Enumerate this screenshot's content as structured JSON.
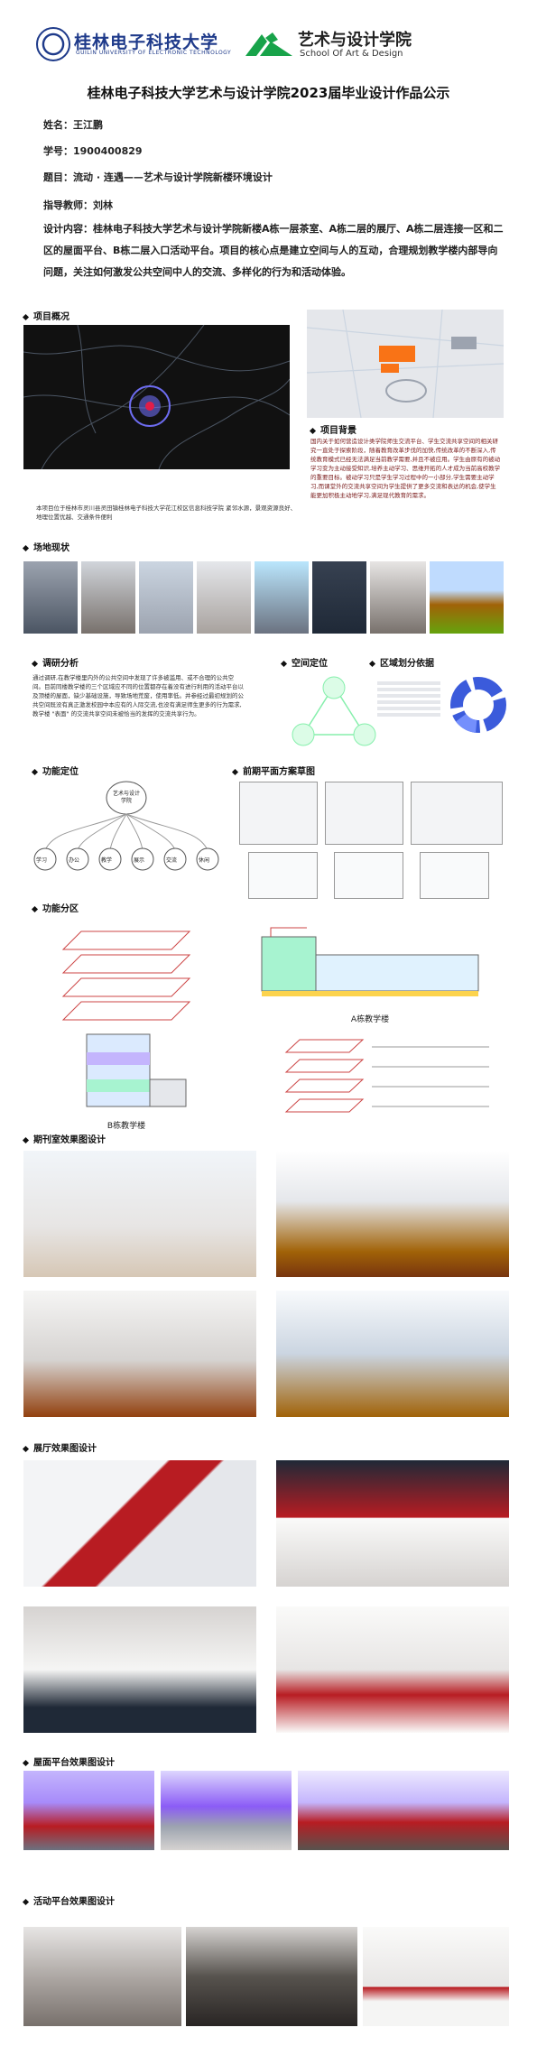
{
  "header": {
    "school_cn": "桂林电子科技大学",
    "school_en": "GUILIN UNIVERSITY OF ELECTRONIC TECHNOLOGY",
    "college_cn": "艺术与设计学院",
    "college_en": "School Of Art & Design"
  },
  "title": "桂林电子科技大学艺术与设计学院2023届毕业设计作品公示",
  "info": {
    "name": "姓名：王江鹏",
    "student_id": "学号：1900400829",
    "topic": "题目：流动 · 连遇——艺术与设计学院新楼环境设计",
    "advisor": "指导教师：刘林",
    "content": "设计内容：桂林电子科技大学艺术与设计学院新楼A栋一层茶室、A栋二层的展厅、A栋二层连接一区和二区的屋面平台、B栋二层入口活动平台。项目的核心点是建立空间与人的互动，合理规划教学楼内部导向问题，关注如何激发公共空间中人的交流、多样化的行为和活动体验。"
  },
  "sections": {
    "overview": "项目概况",
    "background": "项目背景",
    "site": "场地现状",
    "research": "调研分析",
    "space_position": "空间定位",
    "zoning_basis": "区域划分依据",
    "function_position": "功能定位",
    "preliminary_plan": "前期平面方案草图",
    "function_zoning": "功能分区",
    "tearoom": "期刊室效果图设计",
    "exhibition": "展厅效果图设计",
    "roof": "屋面平台效果图设计",
    "activity": "活动平台效果图设计"
  },
  "texts": {
    "overview_caption": "本项目位于桂林市灵川县灵田镇桂林电子科技大学花江校区信息科技学院 紧邻水源，景观资源良好、地理位置优越、交通条件便利",
    "background_body": "国内关于如何营造设计类学院师生交流平台、学生交流共享空间的相关研究一直处于探索阶段，随着教育改革步伐的加快,传统改革的不断深入,传统教育模式已经无法满足当前教学需要,并且不被应用。学生由原有的被动学习变为主动接受知识,培养主动学习、思维开拓的人才成为当前高校教学的重要目标。被动学习只是学生学习过程中的一小部分,学生需要主动学习,而课堂外的交流共享空间为学生提供了更多交流和表达的机会,使学生能更加积极主动地学习,满足现代教育的需求。",
    "research_body": "通过调研,在教学楼里内外的公共空间中发现了许多被滥用、或不合理的公共空间。目前同楼教学楼的三个区域应不同的位置都存在着没有进行利用的活动平台以及顶楼的屋面，缺少基础设施，导致场地荒废，使用率低。并参经过最初规划的公共空间既没有真正激发校园中本应有的人际交流,也没有满足师生更多的行为需求,教学楼 \"表面\" 的交流共享空间未被恰当的发挥的交流共享行为。",
    "a_building": "A栋教学楼",
    "b_building": "B栋教学楼",
    "function_root": "艺术与设计学院",
    "function_nodes": [
      "学习",
      "办公",
      "教学",
      "展示",
      "交流",
      "休闲"
    ]
  },
  "colors": {
    "accent_blue": "#1e3a8a",
    "accent_green": "#18a34a",
    "exhibit_red": "#b81c22"
  }
}
